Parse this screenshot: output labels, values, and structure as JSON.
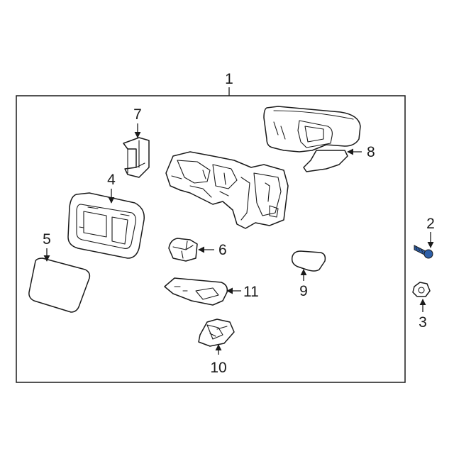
{
  "diagram": {
    "callouts": [
      {
        "id": "1",
        "label": "1",
        "part": "mirror-assembly"
      },
      {
        "id": "2",
        "label": "2",
        "part": "bolt"
      },
      {
        "id": "3",
        "label": "3",
        "part": "nut"
      },
      {
        "id": "4",
        "label": "4",
        "part": "glass-holder"
      },
      {
        "id": "5",
        "label": "5",
        "part": "mirror-glass"
      },
      {
        "id": "6",
        "label": "6",
        "part": "motor"
      },
      {
        "id": "7",
        "label": "7",
        "part": "bracket"
      },
      {
        "id": "8",
        "label": "8",
        "part": "mirror-cover"
      },
      {
        "id": "9",
        "label": "9",
        "part": "turn-signal-lens"
      },
      {
        "id": "10",
        "label": "10",
        "part": "puddle-lamp"
      },
      {
        "id": "11",
        "label": "11",
        "part": "lower-cover"
      }
    ],
    "colors": {
      "line": "#1a1a1a",
      "highlight_part": "#2d5fa8",
      "background": "#ffffff"
    }
  }
}
